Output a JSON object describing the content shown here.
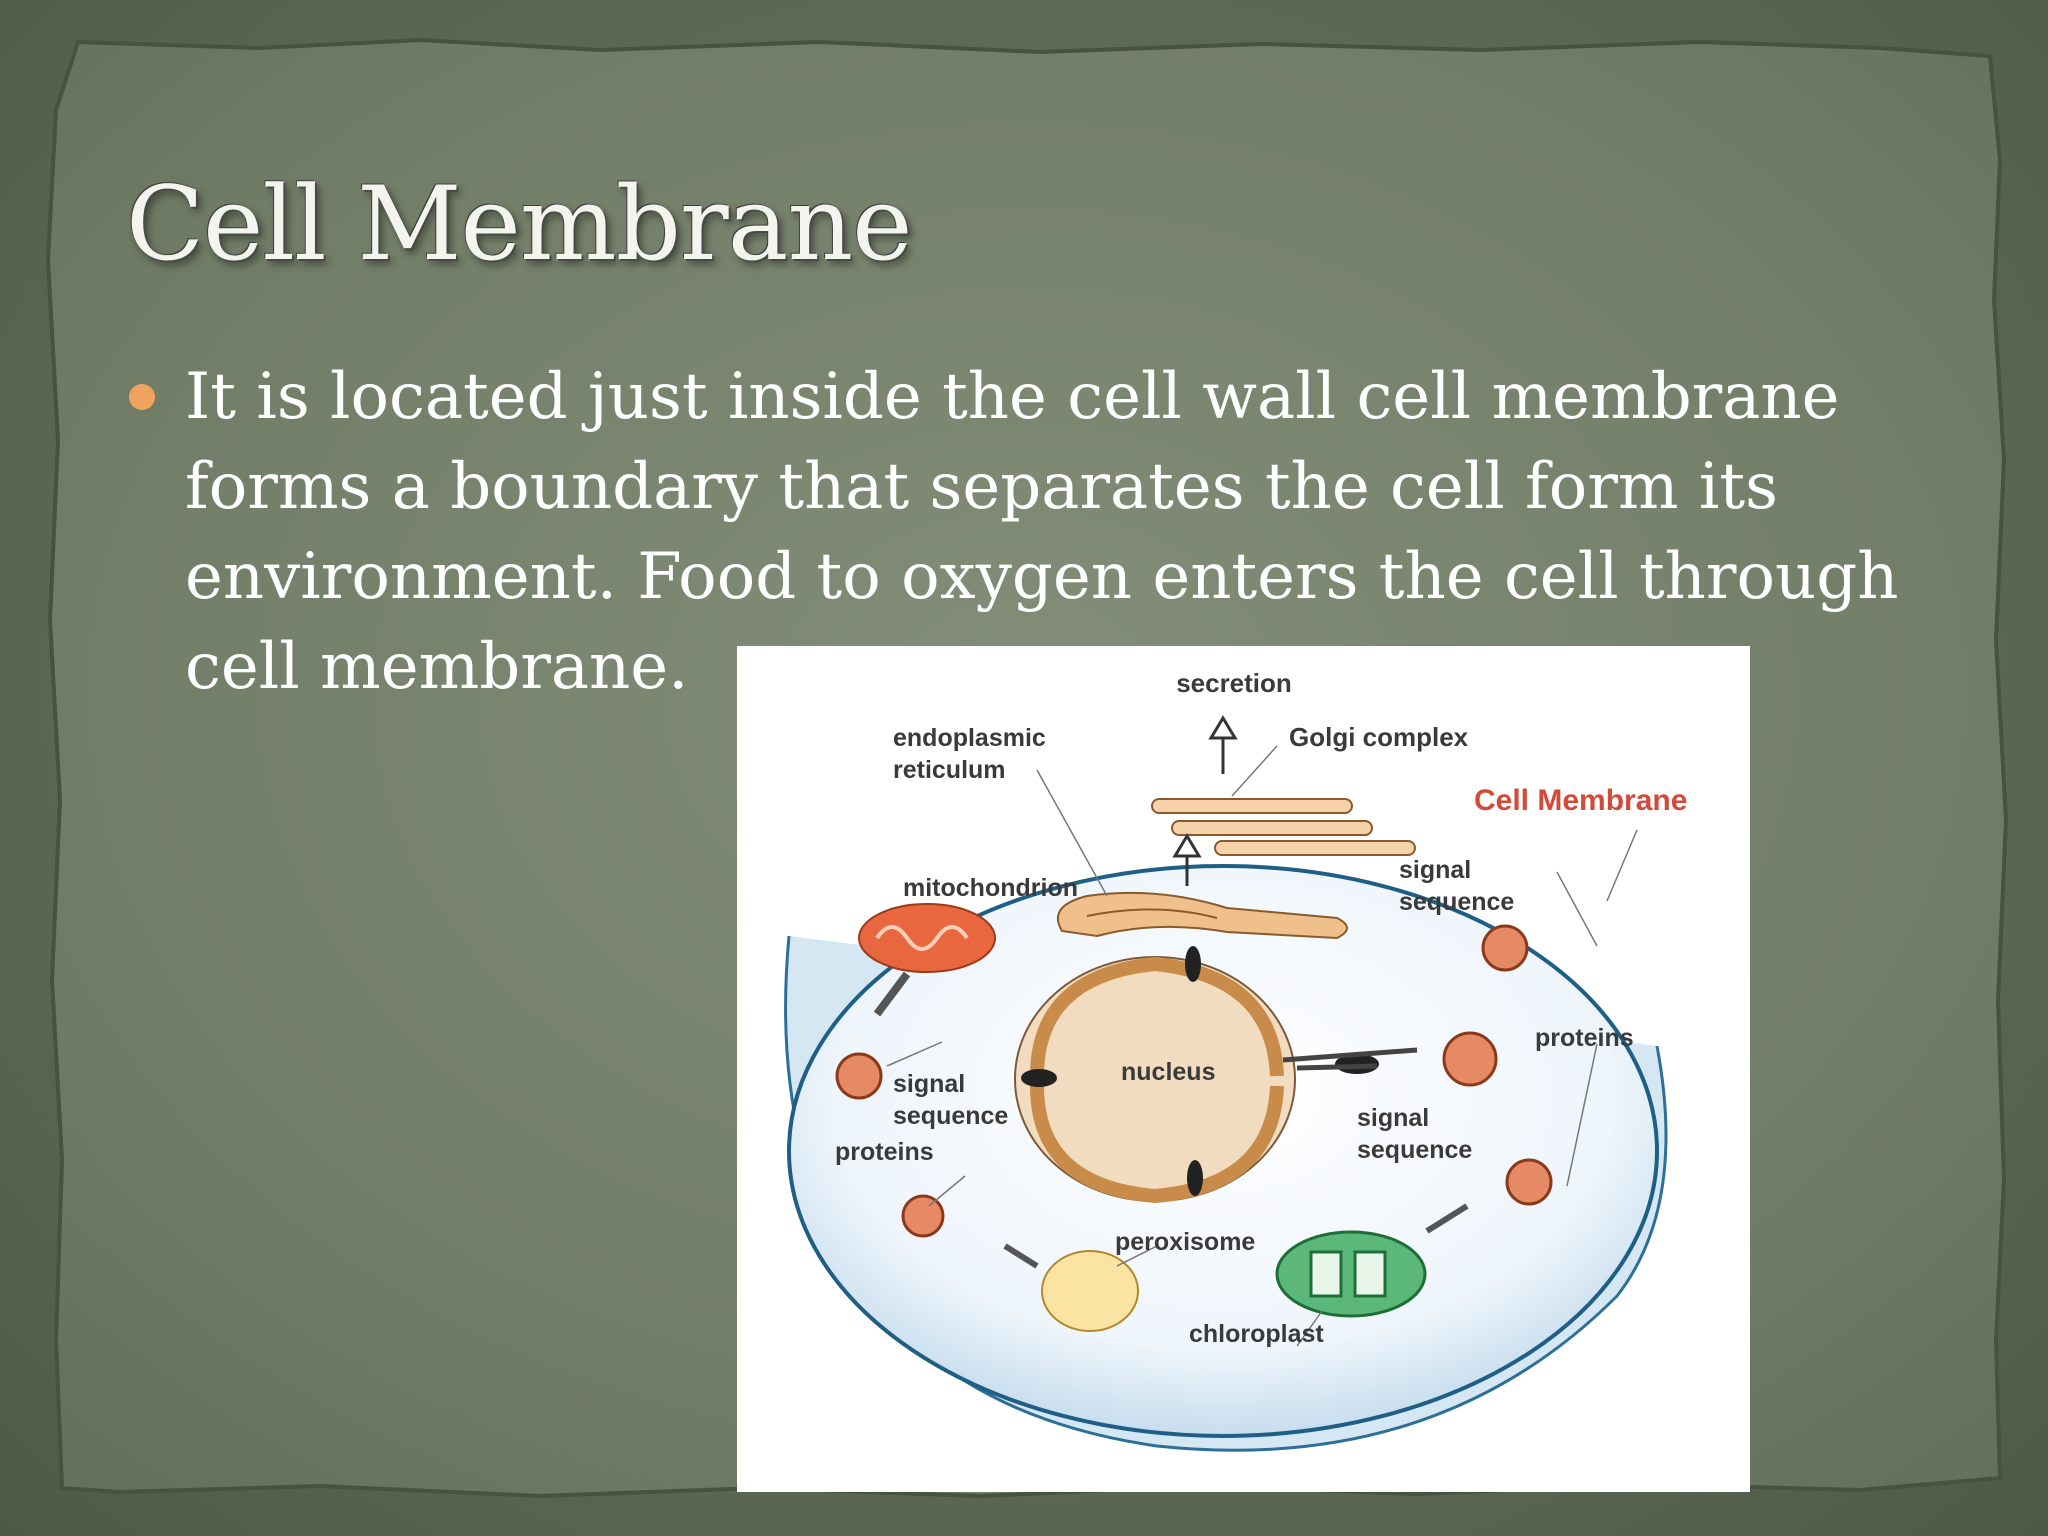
{
  "slide": {
    "title": "Cell Membrane",
    "bullet_lines": [
      "It is located just inside the cell wall cell membrane",
      "forms a boundary that separates the cell form its",
      "environment. Food to oxygen enters the cell through",
      "cell membrane."
    ],
    "bullet_color": "#f0a35e"
  },
  "diagram": {
    "labels": {
      "secretion": "secretion",
      "golgi": "Golgi complex",
      "er_1": "endoplasmic",
      "er_2": "reticulum",
      "cell_membrane": "Cell Membrane",
      "signal_tr_1": "signal",
      "signal_tr_2": "sequence",
      "mitochondrion": "mitochondrion",
      "proteins_right": "proteins",
      "nucleus": "nucleus",
      "signal_left_1": "signal",
      "signal_left_2": "sequence",
      "proteins_left": "proteins",
      "signal_right_1": "signal",
      "signal_right_2": "sequence",
      "peroxisome": "peroxisome",
      "chloroplast": "chloroplast"
    },
    "colors": {
      "membrane_label": "#d24b3a",
      "cell_fill": "#eaf3fa",
      "cell_outline": "#1f5f86",
      "nucleus_fill": "#f2dcc0",
      "organelle_orange": "#f0c08c",
      "mitochondrion": "#e8673f",
      "chloroplast": "#5cb87a",
      "peroxisome": "#fbe3a3"
    }
  }
}
